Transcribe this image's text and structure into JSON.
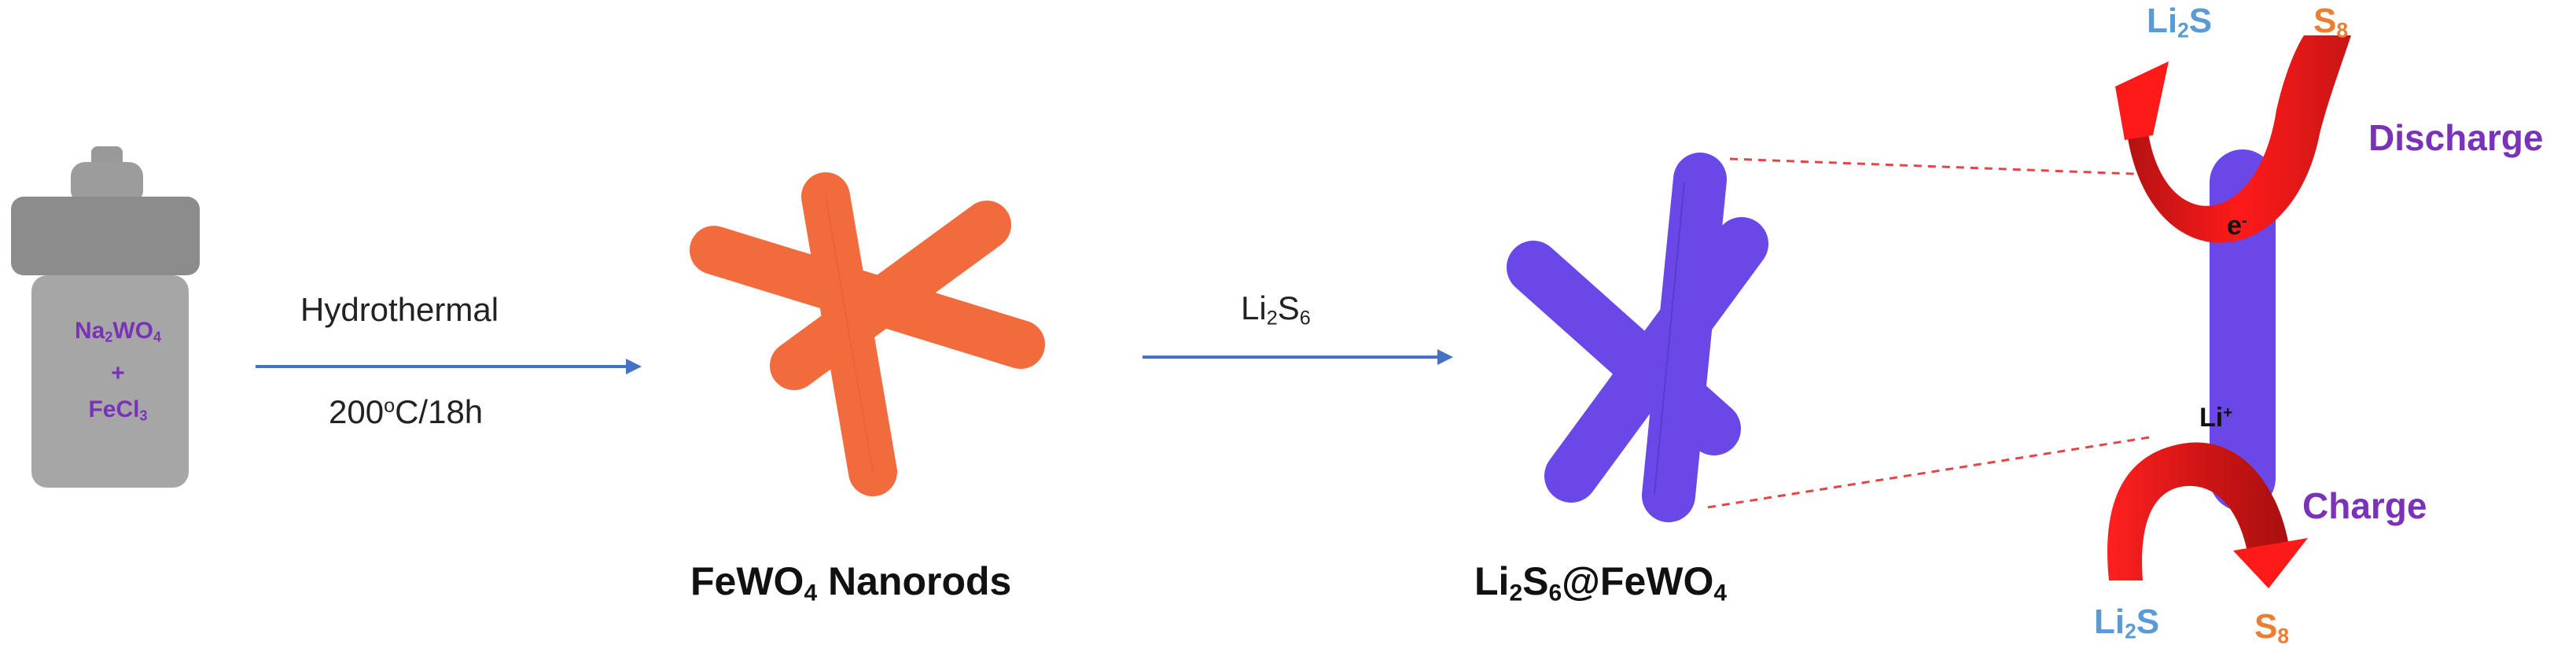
{
  "reactor": {
    "line1_main": "Na",
    "line1_sub1": "2",
    "line1_mid": "WO",
    "line1_sub2": "4",
    "line2": "+",
    "line3_main": "FeCl",
    "line3_sub": "3"
  },
  "step1": {
    "label_top": "Hydrothermal",
    "label_bottom_a": "200",
    "label_bottom_sup": "o",
    "label_bottom_b": "C/18h"
  },
  "step2": {
    "label_main_a": "Li",
    "label_sub_a": "2",
    "label_main_b": "S",
    "label_sub_b": "6"
  },
  "nanorods_caption": {
    "a": "FeWO",
    "sub": "4",
    "b": " Nanorods"
  },
  "composite_caption": {
    "a": "Li",
    "sub1": "2",
    "b": "S",
    "sub2": "6",
    "c": "@FeWO",
    "sub3": "4"
  },
  "mechanism": {
    "top_left": {
      "main": "Li",
      "sub": "2",
      "tail": "S"
    },
    "top_right": {
      "main": "S",
      "sub": "8"
    },
    "discharge": "Discharge",
    "electron": {
      "main": "e",
      "sup": "-"
    },
    "lithium": {
      "main": "Li",
      "sup": "+"
    },
    "charge": "Charge",
    "bottom_left": {
      "main": "Li",
      "sub": "2",
      "tail": "S"
    },
    "bottom_right": {
      "main": "S",
      "sub": "8"
    }
  },
  "colors": {
    "reactor_gray": "#a6a6a6",
    "reactor_dark": "#8f8f8f",
    "orange_rod": "#f26b3d",
    "blue_rod": "#6a48e8",
    "arrow_blue": "#4472c4",
    "purple_text": "#7a33b8",
    "li2s_blue": "#5b9bd5",
    "s8_orange": "#ed7d31",
    "red_arrow": "#e31e1e",
    "dashed_red": "#e64545"
  }
}
